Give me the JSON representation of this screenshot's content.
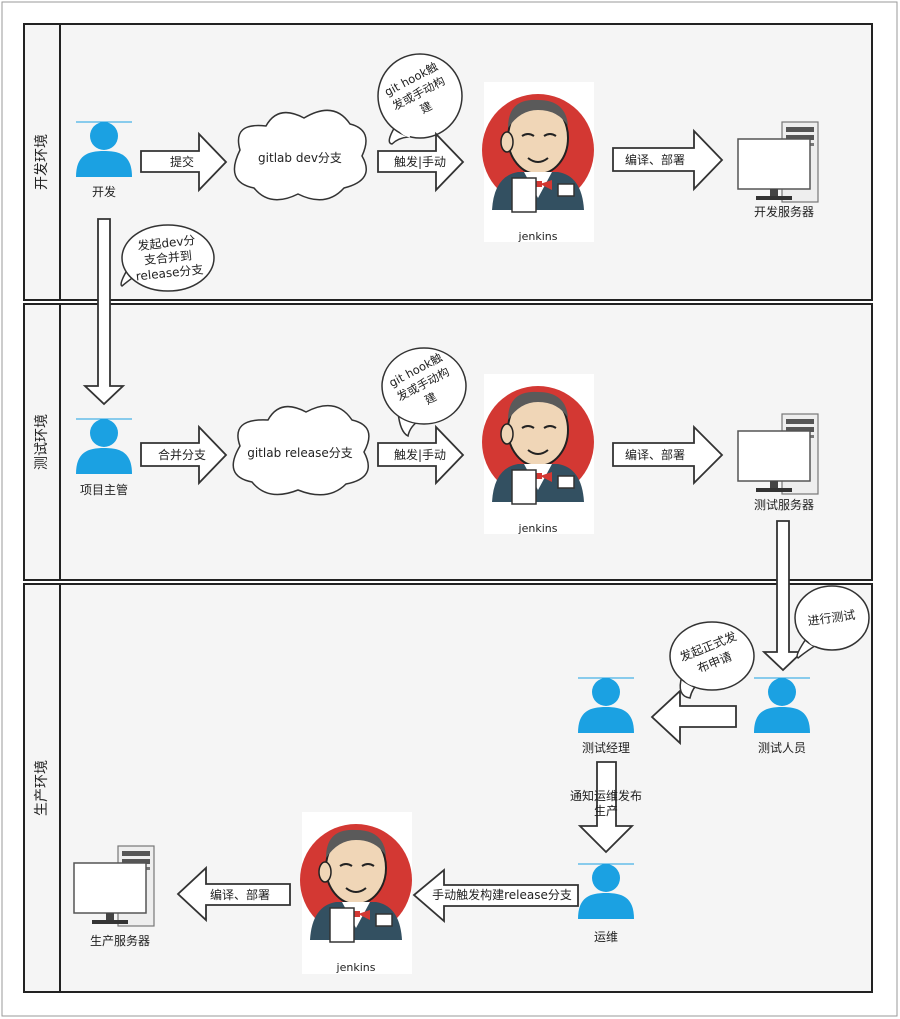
{
  "lanes": [
    {
      "id": "dev",
      "label": "开发环境"
    },
    {
      "id": "test",
      "label": "测试环境"
    },
    {
      "id": "prod",
      "label": "生产环境"
    }
  ],
  "actors": {
    "developer": "开发",
    "project_lead": "项目主管",
    "test_manager": "测试经理",
    "tester": "测试人员",
    "ops": "运维"
  },
  "servers": {
    "dev": "开发服务器",
    "test": "测试服务器",
    "prod": "生产服务器"
  },
  "repos": {
    "dev": "gitlab dev分支",
    "release": "gitlab release分支"
  },
  "jenkins_label": "jenkins",
  "arrows": {
    "commit": "提交",
    "merge": "合并分支",
    "trigger_dev": "触发|手动",
    "trigger_test": "触发|手动",
    "build_deploy_dev": "编译、部署",
    "build_deploy_test": "编译、部署",
    "build_deploy_prod": "编译、部署",
    "notify_ops": [
      "通知运维发布",
      "生产"
    ],
    "manual_build_release": "手动触发构建release分支"
  },
  "bubbles": {
    "git_hook_dev": [
      "git hook触",
      "发或手动构",
      "建"
    ],
    "git_hook_test": [
      "git hook触",
      "发或手动构",
      "建"
    ],
    "merge_request": [
      "发起dev分",
      "支合并到",
      "release分支"
    ],
    "run_tests": [
      "进行测试"
    ],
    "release_request": [
      "发起正式发",
      "布申请"
    ]
  },
  "colors": {
    "actor": "#1ba1e2",
    "lane_bg": "#f5f5f5",
    "lane_border": "#222222",
    "jenkins_red": "#d33833",
    "jenkins_coat": "#335061"
  }
}
